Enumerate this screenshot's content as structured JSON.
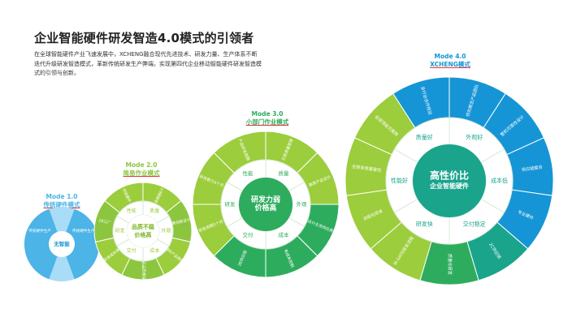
{
  "header": {
    "title": "企业智能硬件研发智造4.0模式的引领者",
    "description": "在全球智能硬件产业飞速发展中，XCHENG融合现代先进技术、研发力量、生产体系不断迭代升级研发智造模式，革新传统研发生产弊端，实现第四代企业移动智能硬件研发智造模式的引领与创新。"
  },
  "colors": {
    "lightBlue": "#4cb4e6",
    "paleBlue": "#a9dcf6",
    "lime": "#9ccd3c",
    "green": "#2eac5e",
    "teal": "#1aa48c",
    "blue": "#1695d6"
  },
  "modes": [
    {
      "label": "Mode 1.0",
      "sub": "传统硬件模式",
      "center": "无智能",
      "labelColor": "#4cb4e6",
      "outer": [
        "传统硬件生产",
        "传统硬件生产"
      ],
      "inner": []
    },
    {
      "label": "Mode 2.0",
      "sub": "简易作业模式",
      "center": "品质不稳 价格高",
      "labelColor": "#8cc63f",
      "inner": [
        "质量",
        "外观",
        "成本",
        "交付",
        "研发",
        "性能"
      ],
      "outer": [
        "研发周期6个月",
        "靠创新设计",
        "硬件产品简单",
        "产品品质难保证",
        "研发成本高",
        "2B工厂",
        "传统硬件"
      ]
    },
    {
      "label": "Mode 3.0",
      "sub": "小部门作业模式",
      "center": "研发力弱 价格高",
      "labelColor": "#2eac5e",
      "inner": [
        "质量",
        "外观",
        "成本",
        "交付",
        "研发",
        "性能"
      ],
      "outer": [
        "交易质量管理",
        "靠原产品设计",
        "设计主流供应商",
        "有成本控制",
        "2B供应链",
        "研发周期5个月",
        "研发能力4个月",
        "产品研发周期"
      ]
    },
    {
      "label": "Mode 4.0",
      "sub": "XCHENG模式",
      "center": "高性价比 企业智能硬件",
      "labelColor": "#1695d6",
      "inner": [
        "外观好",
        "成本低",
        "交付稳定",
        "研发快",
        "性能好",
        "质量好"
      ],
      "outer": [
        "领先概念产品团队",
        "整机可靠性设计",
        "供应链整合",
        "专业硬件",
        "2C供应链",
        "质量化研发",
        "M-GATE研发流程",
        "流程化研发",
        "全链条质量管控",
        "全球顶级方案商",
        "多行业合作经验"
      ]
    }
  ]
}
